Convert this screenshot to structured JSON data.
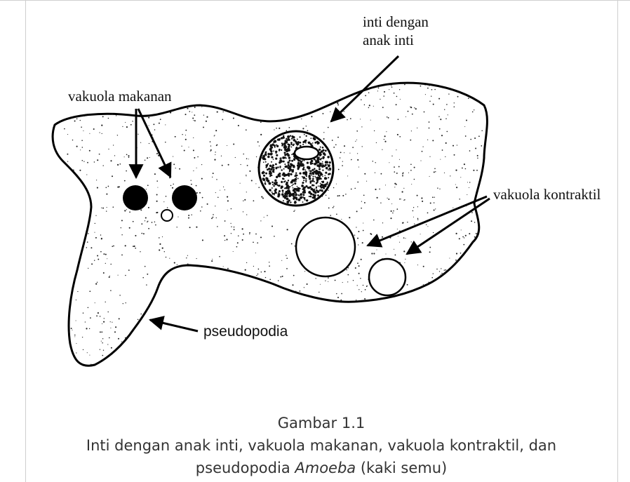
{
  "labels": {
    "nucleus": [
      "inti dengan",
      "anak inti"
    ],
    "food_vacuole": "vakuola makanan",
    "contractile_vacuole": "vakuola kontraktil",
    "pseudopodia": "pseudopodia"
  },
  "caption": {
    "title": "Gambar 1.1",
    "line1": "Inti dengan anak inti, vakuola makanan, vakuola kontraktil, dan",
    "line2_before": "pseudopodia ",
    "line2_italic": "Amoeba",
    "line2_after": " (kaki semu)"
  }
}
